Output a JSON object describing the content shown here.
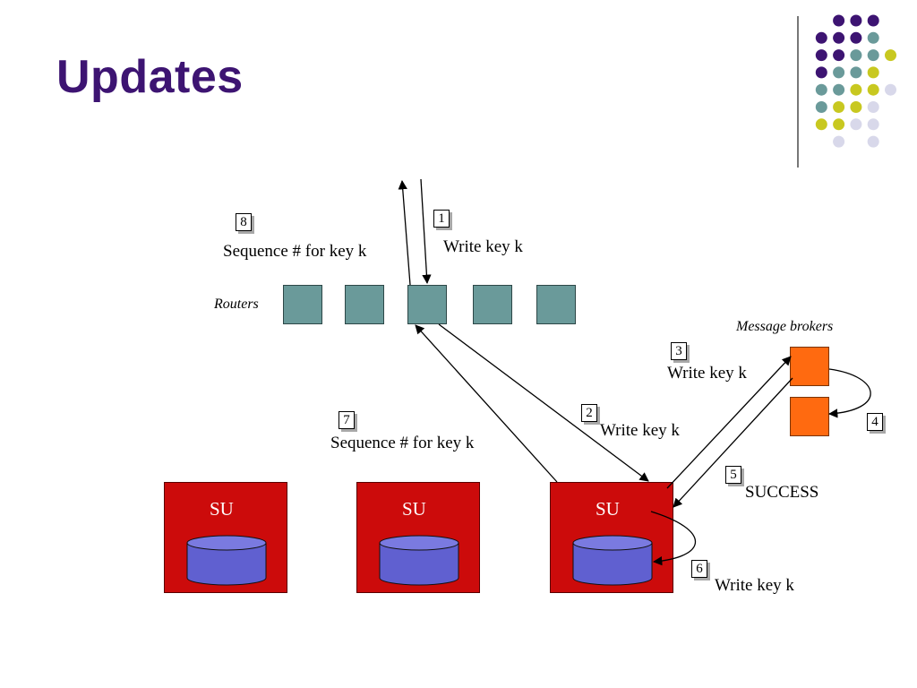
{
  "title": "Updates",
  "labels": {
    "routers": "Routers",
    "message_brokers": "Message brokers",
    "su": "SU"
  },
  "steps": [
    {
      "num": "1",
      "text": "Write key k"
    },
    {
      "num": "2",
      "text": "Write key k"
    },
    {
      "num": "3",
      "text": "Write key k"
    },
    {
      "num": "4",
      "text": ""
    },
    {
      "num": "5",
      "text": "SUCCESS"
    },
    {
      "num": "6",
      "text": "Write key k"
    },
    {
      "num": "7",
      "text": "Sequence # for key k"
    },
    {
      "num": "8",
      "text": "Sequence # for key k"
    }
  ],
  "colors": {
    "title": "#3d1472",
    "router": "#6a9a9a",
    "broker": "#ff6a10",
    "su": "#cc0b0b",
    "disk": "#6060d0",
    "dot_purple": "#3d1472",
    "dot_teal": "#6a9a9a",
    "dot_yellow": "#c8c820",
    "dot_lavender": "#d8d8ea"
  }
}
